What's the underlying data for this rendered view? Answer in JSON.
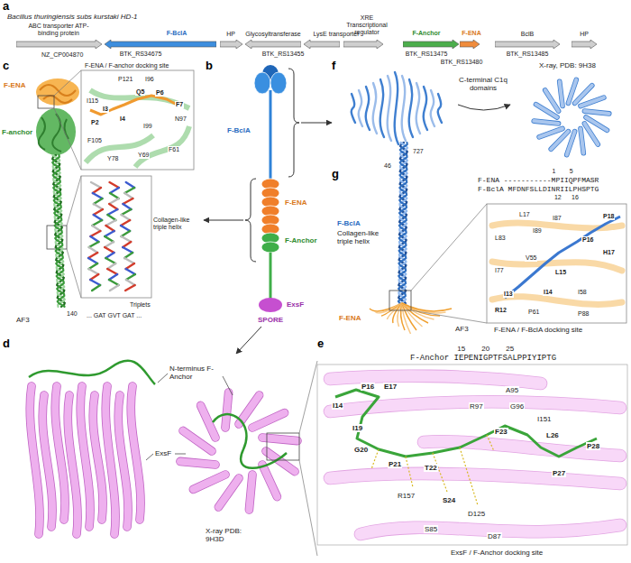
{
  "diagram": {
    "nodes": [
      {
        "text": [
          "ABC transporter ATP-binding protein"
        ]
      },
      {
        "text": [
          "F-BclA",
          "BTK_RS34675"
        ]
      },
      {
        "text": [
          "HP"
        ]
      },
      {
        "text": [
          "Glycosyltransferase",
          "BTK_RS13455"
        ]
      },
      {
        "text": [
          "LysE transporter"
        ]
      },
      {
        "text": [
          "XRE Transcriptional regulator"
        ]
      },
      {
        "text": [
          "F-Anchor",
          "BTK_RS13475"
        ]
      },
      {
        "text": [
          "F-ENA",
          "BTK_RS13480"
        ]
      },
      {
        "text": [
          "BclB",
          "BTK_RS13485"
        ]
      },
      {
        "text": [
          "HP"
        ]
      }
    ],
    "labels": [
      "a",
      "Bacillus thuringiensis subs kurstaki HD-1",
      "NZ_CP004870",
      "b",
      "F-BclA",
      "F-ENA",
      "F-Anchor",
      "ExsF",
      "SPORE",
      "c",
      "F-ENA",
      "F-anchor",
      "F-ENA / F-anchor docking site",
      "P121",
      "I96",
      "Q5",
      "P6",
      "F7",
      "N97",
      "I115",
      "I3",
      "P2",
      "I4",
      "I99",
      "F105",
      "F61",
      "Y78",
      "Y69",
      "Collagen-like triple helix",
      "Triplets",
      "... GAT GVT GAT ...",
      "AF3",
      "140",
      "d",
      "N-terminus F-Anchor",
      "ExsF",
      "X-ray PDB: 9H3D",
      "e",
      "15",
      "20",
      "25",
      "F-Anchor IEPENIGPTFSALPPIYIPTG",
      "P16",
      "E17",
      "A95",
      "I14",
      "R97",
      "G96",
      "I151",
      "I19",
      "F23",
      "L26",
      "P28",
      "G20",
      "P21",
      "T22",
      "P27",
      "R157",
      "S24",
      "D125",
      "S85",
      "D87",
      "ExsF / F-Anchor docking site",
      "f",
      "C-terminal C1q domains",
      "X-ray, PDB: 9H38",
      "727",
      "g",
      "46",
      "F-BclA",
      "Collagen-like triple helix",
      "F-ENA",
      "AF3",
      "1",
      "5",
      "F-ENA -----------MPIIQPFMASR",
      "F-BclA MFDNFSLLDINRIILPHSPTG",
      "12",
      "16",
      "L17",
      "I87",
      "P18",
      "L83",
      "I89",
      "P16",
      "H17",
      "V55",
      "L15",
      "I77",
      "I13",
      "I14",
      "I58",
      "R12",
      "P61",
      "P88",
      "F-ENA / F-BclA docking site"
    ]
  }
}
